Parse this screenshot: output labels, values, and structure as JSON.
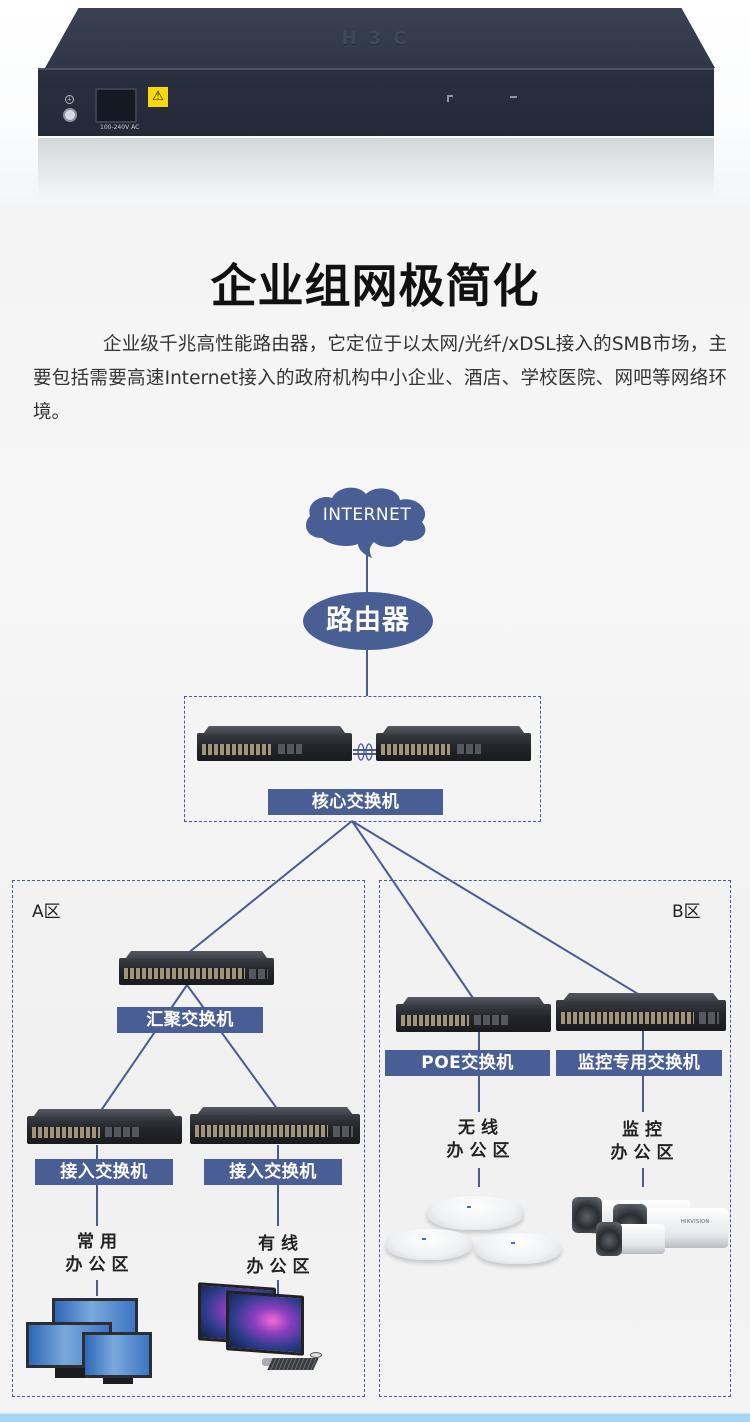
{
  "hero": {
    "brand_logo_text": "H3C",
    "power_label": "100-240V AC",
    "warning_symbol": "⚠"
  },
  "heading": {
    "title": "企业组网极简化"
  },
  "intro": {
    "text": "企业级千兆高性能路由器，它定位于以太网/光纤/xDSL接入的SMB市场，主要包括需要高速Internet接入的政府机构中小企业、酒店、学校医院、网吧等网络环境。"
  },
  "diagram": {
    "accent_color": "#4a5e96",
    "internet_label": "INTERNET",
    "router_label": "路由器",
    "core_switch_label": "核心交换机",
    "zone_a": {
      "label": "A区",
      "aggregation_label": "汇聚交换机",
      "access_left_label": "接入交换机",
      "access_right_label": "接入交换机",
      "area_left_line1": "常用",
      "area_left_line2": "办公区",
      "area_right_line1": "有线",
      "area_right_line2": "办公区"
    },
    "zone_b": {
      "label": "B区",
      "poe_label": "POE交换机",
      "monitor_switch_label": "监控专用交换机",
      "wireless_line1": "无线",
      "wireless_line2": "办公区",
      "monitor_line1": "监控",
      "monitor_line2": "办公区",
      "camera_brand": "HIKVISION"
    }
  }
}
